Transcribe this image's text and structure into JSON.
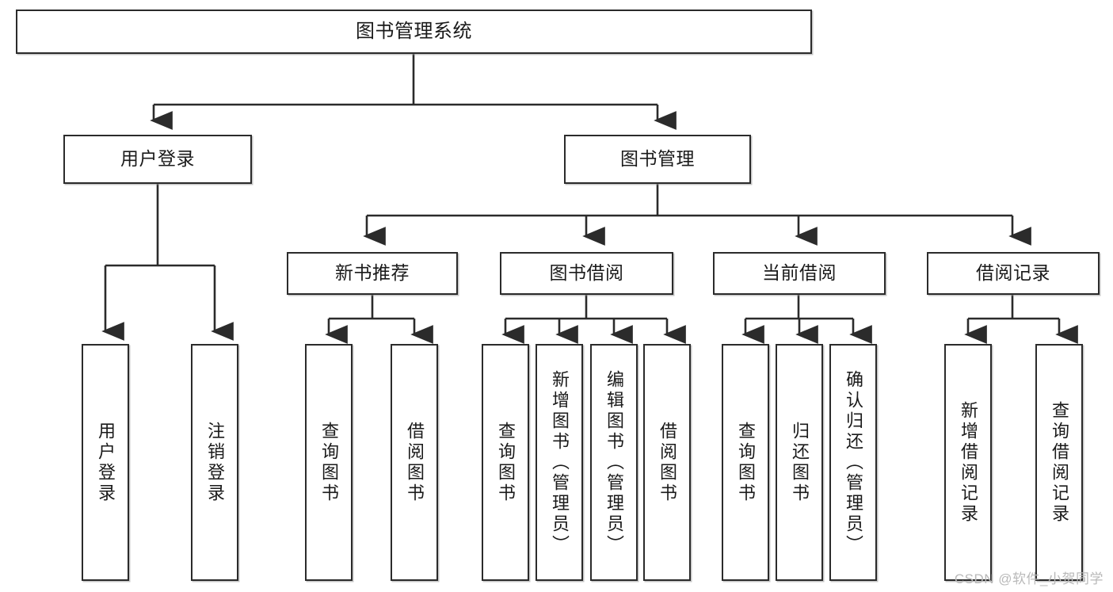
{
  "diagram": {
    "type": "tree",
    "title": "图书管理系统",
    "root": {
      "label": "图书管理系统"
    },
    "level2": [
      {
        "label": "用户登录"
      },
      {
        "label": "图书管理"
      }
    ],
    "level3": [
      {
        "label": "新书推荐"
      },
      {
        "label": "图书借阅"
      },
      {
        "label": "当前借阅"
      },
      {
        "label": "借阅记录"
      }
    ],
    "leaves": {
      "user_login": [
        {
          "label": "用户登录"
        },
        {
          "label": "注销登录"
        }
      ],
      "new_book_recommend": [
        {
          "label": "查询图书"
        },
        {
          "label": "借阅图书"
        }
      ],
      "book_borrow": [
        {
          "label": "查询图书"
        },
        {
          "label": "新增图书（管理员）"
        },
        {
          "label": "编辑图书（管理员）"
        },
        {
          "label": "借阅图书"
        }
      ],
      "current_borrow": [
        {
          "label": "查询图书"
        },
        {
          "label": "归还图书"
        },
        {
          "label": "确认归还（管理员）"
        }
      ],
      "borrow_record": [
        {
          "label": "新增借阅记录"
        },
        {
          "label": "查询借阅记录"
        }
      ]
    }
  },
  "watermark": {
    "text": "CSDN @软件_小贺同学"
  },
  "colors": {
    "border": "#2b2b2b",
    "text": "#1a1a1a",
    "background": "#ffffff",
    "watermark": "#b9b9b9"
  }
}
